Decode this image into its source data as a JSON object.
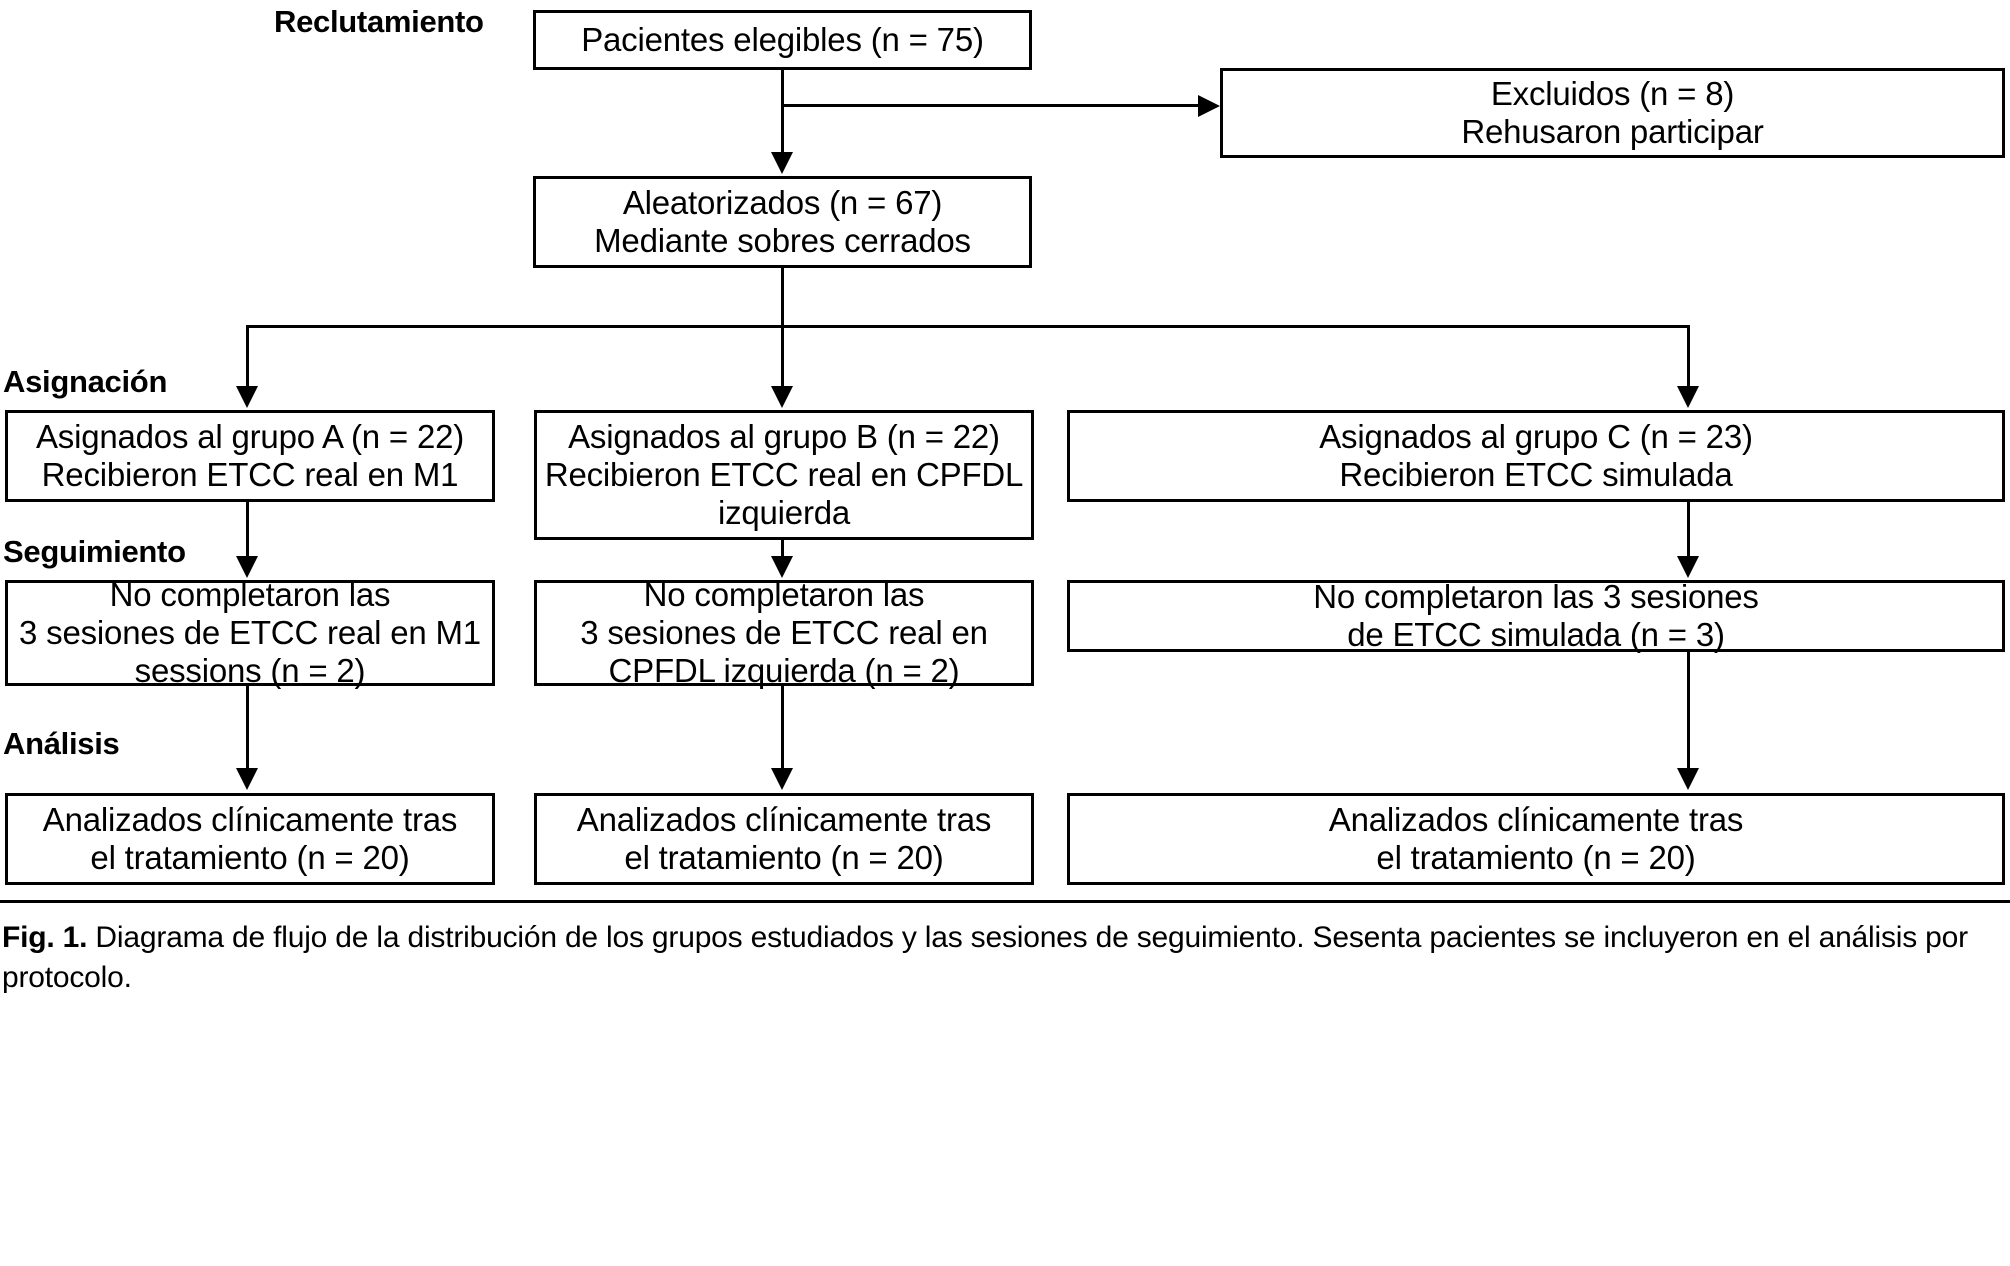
{
  "figure": {
    "stages": [
      {
        "id": "reclutamiento",
        "label": "Reclutamiento"
      },
      {
        "id": "asignacion",
        "label": "Asignación"
      },
      {
        "id": "seguimiento",
        "label": "Seguimiento"
      },
      {
        "id": "analisis",
        "label": "Análisis"
      }
    ],
    "nodes": {
      "eligible": {
        "lines": [
          "Pacientes elegibles (n = 75)"
        ]
      },
      "excluded": {
        "lines": [
          "Excluidos (n = 8)",
          "Rehusaron participar"
        ]
      },
      "randomized": {
        "lines": [
          "Aleatorizados (n = 67)",
          "Mediante sobres cerrados"
        ]
      },
      "allocation_a": {
        "lines": [
          "Asignados al grupo A (n = 22)",
          "Recibieron ETCC real en M1"
        ]
      },
      "allocation_b": {
        "lines": [
          "Asignados al grupo B (n = 22)",
          "Recibieron ETCC real en CPFDL",
          "izquierda"
        ]
      },
      "allocation_c": {
        "lines": [
          "Asignados al grupo C (n = 23)",
          "Recibieron ETCC simulada"
        ]
      },
      "followup_a": {
        "lines": [
          "No completaron las",
          "3 sesiones de ETCC real en M1",
          "sessions (n = 2)"
        ]
      },
      "followup_b": {
        "lines": [
          "No completaron las",
          "3 sesiones de ETCC real en",
          "CPFDL izquierda (n = 2)"
        ]
      },
      "followup_c": {
        "lines": [
          "No completaron las 3 sesiones",
          "de ETCC simulada (n = 3)"
        ]
      },
      "analysis_a": {
        "lines": [
          "Analizados clínicamente tras",
          "el tratamiento (n = 20)"
        ]
      },
      "analysis_b": {
        "lines": [
          "Analizados clínicamente tras",
          "el tratamiento (n = 20)"
        ]
      },
      "analysis_c": {
        "lines": [
          "Analizados clínicamente tras",
          "el tratamiento (n = 20)"
        ]
      }
    },
    "caption": {
      "prefix": "Fig. 1.",
      "text": " Diagrama de flujo de la distribución de los grupos estudiados y las sesiones de seguimiento. Sesenta pacientes se incluyeron en el análisis por protocolo."
    }
  },
  "chart_data": {
    "type": "diagram",
    "diagram_kind": "CONSORT participant flow",
    "title": "Diagrama de flujo de la distribución de los grupos estudiados",
    "stages": [
      "Reclutamiento",
      "Asignación",
      "Seguimiento",
      "Análisis"
    ],
    "counts": {
      "pacientes_elegibles": 75,
      "excluidos": 8,
      "aleatorizados": 67,
      "grupo_A_asignados": 22,
      "grupo_B_asignados": 22,
      "grupo_C_asignados": 23,
      "grupo_A_no_completaron": 2,
      "grupo_B_no_completaron": 2,
      "grupo_C_no_completaron": 3,
      "grupo_A_analizados": 20,
      "grupo_B_analizados": 20,
      "grupo_C_analizados": 20,
      "total_analizados": 60
    },
    "arms": [
      {
        "name": "A",
        "intervention": "ETCC real en M1",
        "allocated": 22,
        "dropouts": 2,
        "analyzed": 20
      },
      {
        "name": "B",
        "intervention": "ETCC real en CPFDL izquierda",
        "allocated": 22,
        "dropouts": 2,
        "analyzed": 20
      },
      {
        "name": "C",
        "intervention": "ETCC simulada",
        "allocated": 23,
        "dropouts": 3,
        "analyzed": 20
      }
    ],
    "edges": [
      {
        "from": "eligible",
        "to": "randomized",
        "type": "down"
      },
      {
        "from": "eligible",
        "to": "excluded",
        "type": "right"
      },
      {
        "from": "randomized",
        "to": "allocation_a",
        "type": "split"
      },
      {
        "from": "randomized",
        "to": "allocation_b",
        "type": "split"
      },
      {
        "from": "randomized",
        "to": "allocation_c",
        "type": "split"
      },
      {
        "from": "allocation_a",
        "to": "followup_a",
        "type": "down"
      },
      {
        "from": "allocation_b",
        "to": "followup_b",
        "type": "down"
      },
      {
        "from": "allocation_c",
        "to": "followup_c",
        "type": "down"
      },
      {
        "from": "followup_a",
        "to": "analysis_a",
        "type": "down"
      },
      {
        "from": "followup_b",
        "to": "analysis_b",
        "type": "down"
      },
      {
        "from": "followup_c",
        "to": "analysis_c",
        "type": "down"
      }
    ],
    "colors": {
      "stroke": "#000000",
      "fill": "#ffffff",
      "text": "#000000"
    }
  }
}
